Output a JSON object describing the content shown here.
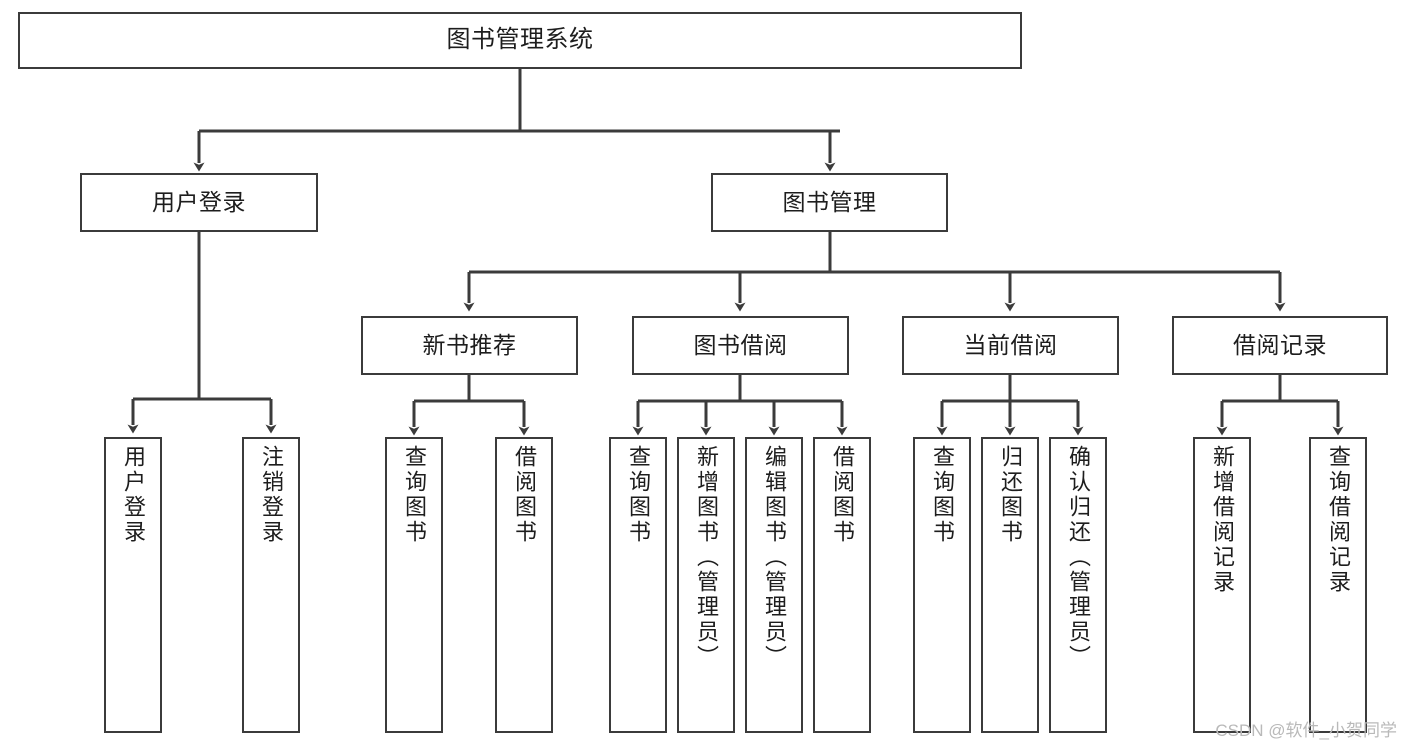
{
  "diagram": {
    "title": "图书管理系统",
    "type": "tree-hierarchy",
    "nodes": {
      "root": {
        "label": "图书管理系统"
      },
      "user_login": {
        "label": "用户登录"
      },
      "book_manage": {
        "label": "图书管理"
      },
      "new_book_rec": {
        "label": "新书推荐"
      },
      "book_borrow": {
        "label": "图书借阅"
      },
      "current_borrow": {
        "label": "当前借阅"
      },
      "borrow_record": {
        "label": "借阅记录"
      },
      "leaf_user_login": {
        "label": "用户登录"
      },
      "leaf_logout_login": {
        "label": "注销登录"
      },
      "leaf_query_book_1": {
        "label": "查询图书"
      },
      "leaf_borrow_book_1": {
        "label": "借阅图书"
      },
      "leaf_query_book_2": {
        "label": "查询图书"
      },
      "leaf_add_book_admin": {
        "label": "新增图书（管理员）"
      },
      "leaf_edit_book_admin": {
        "label": "编辑图书（管理员）"
      },
      "leaf_borrow_book_2": {
        "label": "借阅图书"
      },
      "leaf_query_book_3": {
        "label": "查询图书"
      },
      "leaf_return_book": {
        "label": "归还图书"
      },
      "leaf_confirm_return": {
        "label": "确认归还（管理员）"
      },
      "leaf_add_record": {
        "label": "新增借阅记录"
      },
      "leaf_query_record": {
        "label": "查询借阅记录"
      }
    }
  },
  "watermark": {
    "text": "CSDN @软件_小贺同学"
  },
  "colors": {
    "stroke": "#3b3b3b",
    "background": "#ffffff",
    "text": "#1d1d1d",
    "watermark": "#b9b9b9"
  }
}
